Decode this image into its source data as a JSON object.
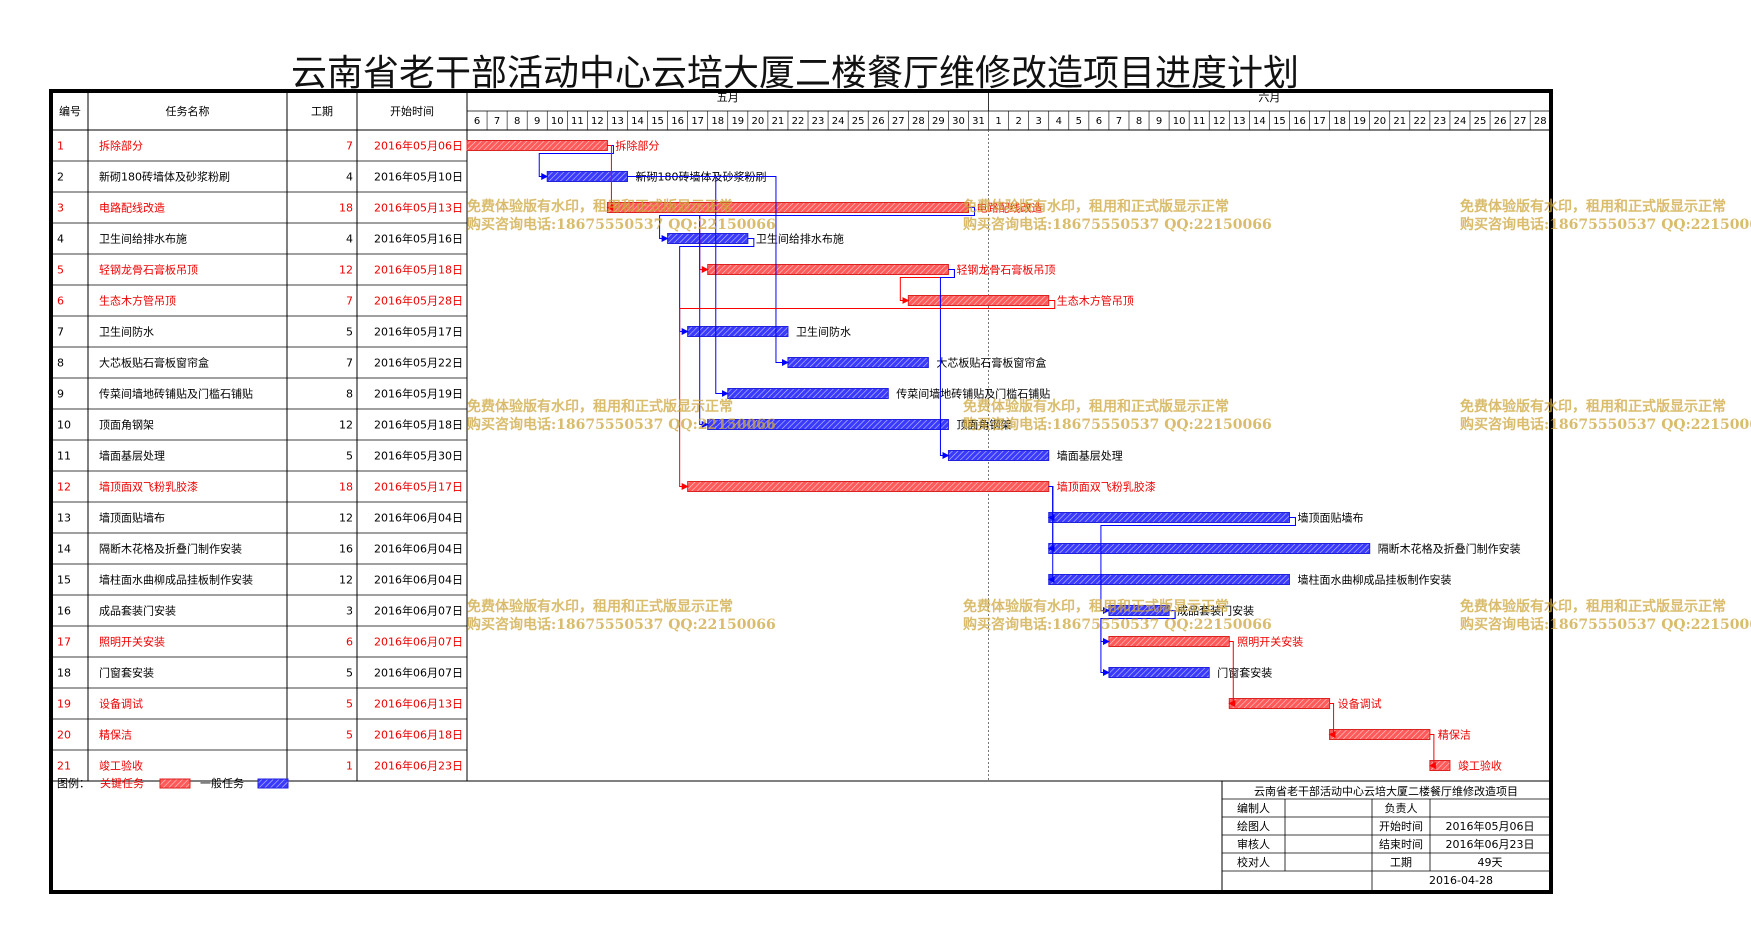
{
  "title": "云南省老干部活动中心云培大厦二楼餐厅维修改造项目进度计划",
  "columns": {
    "no": "编号",
    "name": "任务名称",
    "duration": "工期",
    "start": "开始时间"
  },
  "months": [
    {
      "label": "五月",
      "days": [
        "6",
        "7",
        "8",
        "9",
        "10",
        "11",
        "12",
        "13",
        "14",
        "15",
        "16",
        "17",
        "18",
        "19",
        "20",
        "21",
        "22",
        "23",
        "24",
        "25",
        "26",
        "27",
        "28",
        "29",
        "30",
        "31"
      ]
    },
    {
      "label": "六月",
      "days": [
        "1",
        "2",
        "3",
        "4",
        "5",
        "6",
        "7",
        "8",
        "9",
        "10",
        "11",
        "12",
        "13",
        "14",
        "15",
        "16",
        "17",
        "18",
        "19",
        "20",
        "21",
        "22",
        "23",
        "24",
        "25",
        "26",
        "27",
        "28"
      ]
    }
  ],
  "chart_data": {
    "type": "gantt",
    "title": "云南省老干部活动中心云培大厦二楼餐厅维修改造项目进度计划",
    "x_start": "2016-05-06",
    "x_end": "2016-06-28",
    "tasks": [
      {
        "no": "1",
        "name": "拆除部分",
        "duration": 7,
        "start_text": "2016年05月06日",
        "start": "2016-05-06",
        "critical": true,
        "preds": []
      },
      {
        "no": "2",
        "name": "新砌180砖墙体及砂浆粉刷",
        "duration": 4,
        "start_text": "2016年05月10日",
        "start": "2016-05-10",
        "critical": false,
        "preds": [
          1
        ]
      },
      {
        "no": "3",
        "name": "电路配线改造",
        "duration": 18,
        "start_text": "2016年05月13日",
        "start": "2016-05-13",
        "critical": true,
        "preds": [
          1
        ]
      },
      {
        "no": "4",
        "name": "卫生间给排水布施",
        "duration": 4,
        "start_text": "2016年05月16日",
        "start": "2016-05-16",
        "critical": false,
        "preds": [
          3
        ]
      },
      {
        "no": "5",
        "name": "轻钢龙骨石膏板吊顶",
        "duration": 12,
        "start_text": "2016年05月18日",
        "start": "2016-05-18",
        "critical": true,
        "preds": [
          3
        ]
      },
      {
        "no": "6",
        "name": "生态木方管吊顶",
        "duration": 7,
        "start_text": "2016年05月28日",
        "start": "2016-05-28",
        "critical": true,
        "preds": [
          5
        ]
      },
      {
        "no": "7",
        "name": "卫生间防水",
        "duration": 5,
        "start_text": "2016年05月17日",
        "start": "2016-05-17",
        "critical": false,
        "preds": [
          4
        ]
      },
      {
        "no": "8",
        "name": "大芯板贴石膏板窗帘盒",
        "duration": 7,
        "start_text": "2016年05月22日",
        "start": "2016-05-22",
        "critical": false,
        "preds": [
          2
        ]
      },
      {
        "no": "9",
        "name": "传菜间墙地砖铺贴及门槛石铺贴",
        "duration": 8,
        "start_text": "2016年05月19日",
        "start": "2016-05-19",
        "critical": false,
        "preds": [
          2
        ]
      },
      {
        "no": "10",
        "name": "顶面角钢架",
        "duration": 12,
        "start_text": "2016年05月18日",
        "start": "2016-05-18",
        "critical": false,
        "preds": [
          3
        ]
      },
      {
        "no": "11",
        "name": "墙面基层处理",
        "duration": 5,
        "start_text": "2016年05月30日",
        "start": "2016-05-30",
        "critical": false,
        "preds": [
          5
        ]
      },
      {
        "no": "12",
        "name": "墙顶面双飞粉乳胶漆",
        "duration": 18,
        "start_text": "2016年05月17日",
        "start": "2016-05-17",
        "critical": true,
        "preds": [
          6
        ]
      },
      {
        "no": "13",
        "name": "墙顶面贴墙布",
        "duration": 12,
        "start_text": "2016年06月04日",
        "start": "2016-06-04",
        "critical": false,
        "preds": [
          12
        ]
      },
      {
        "no": "14",
        "name": "隔断木花格及折叠门制作安装",
        "duration": 16,
        "start_text": "2016年06月04日",
        "start": "2016-06-04",
        "critical": false,
        "preds": [
          12
        ]
      },
      {
        "no": "15",
        "name": "墙柱面水曲柳成品挂板制作安装",
        "duration": 12,
        "start_text": "2016年06月04日",
        "start": "2016-06-04",
        "critical": false,
        "preds": [
          12
        ]
      },
      {
        "no": "16",
        "name": "成品套装门安装",
        "duration": 3,
        "start_text": "2016年06月07日",
        "start": "2016-06-07",
        "critical": false,
        "preds": [
          13
        ]
      },
      {
        "no": "17",
        "name": "照明开关安装",
        "duration": 6,
        "start_text": "2016年06月07日",
        "start": "2016-06-07",
        "critical": true,
        "preds": [
          16
        ]
      },
      {
        "no": "18",
        "name": "门窗套安装",
        "duration": 5,
        "start_text": "2016年06月07日",
        "start": "2016-06-07",
        "critical": false,
        "preds": [
          16
        ]
      },
      {
        "no": "19",
        "name": "设备调试",
        "duration": 5,
        "start_text": "2016年06月13日",
        "start": "2016-06-13",
        "critical": true,
        "preds": [
          17
        ]
      },
      {
        "no": "20",
        "name": "精保洁",
        "duration": 5,
        "start_text": "2016年06月18日",
        "start": "2016-06-18",
        "critical": true,
        "preds": [
          19
        ]
      },
      {
        "no": "21",
        "name": "竣工验收",
        "duration": 1,
        "start_text": "2016年06月23日",
        "start": "2016-06-23",
        "critical": true,
        "preds": [
          20
        ]
      }
    ],
    "colors": {
      "critical": "#ff5a5a",
      "normal": "#3a3aff",
      "critical_text": "#ee0000",
      "link_critical": "#ff0000",
      "link_normal": "#0000ff"
    }
  },
  "legend": {
    "label": "图例：",
    "critical": "关键任务",
    "normal": "一般任务"
  },
  "info": {
    "project": "云南省老干部活动中心云培大厦二楼餐厅维修改造项目",
    "rows": [
      {
        "left_label": "编制人",
        "left_value": "",
        "right_label": "负责人",
        "right_value": ""
      },
      {
        "left_label": "绘图人",
        "left_value": "",
        "right_label": "开始时间",
        "right_value": "2016年05月06日"
      },
      {
        "left_label": "审核人",
        "left_value": "",
        "right_label": "结束时间",
        "right_value": "2016年06月23日"
      },
      {
        "left_label": "校对人",
        "left_value": "",
        "right_label": "工期",
        "right_value": "49天"
      }
    ],
    "date": "2016-04-28"
  },
  "watermark": {
    "line1": "免费体验版有水印，租用和正式版显示正常",
    "line2": "购买咨询电话:18675550537 QQ:22150066"
  }
}
